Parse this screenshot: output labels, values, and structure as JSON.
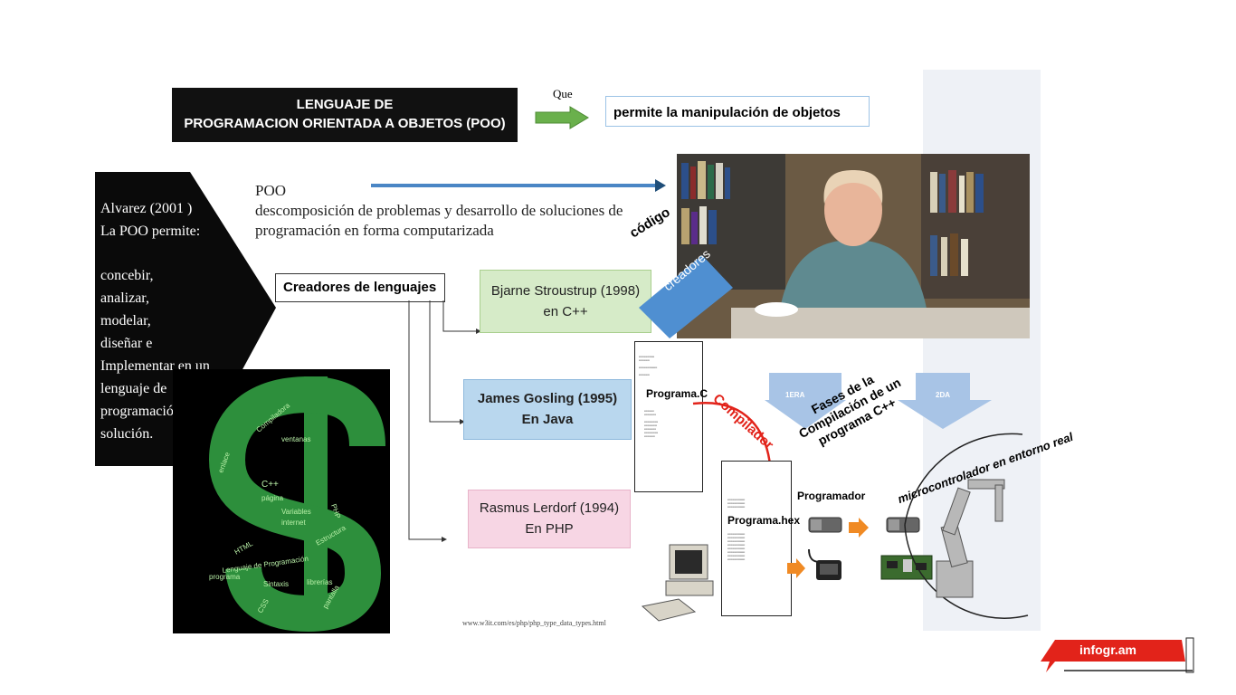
{
  "title": "LENGUAJE DE\nPROGRAMACION ORIENTADA A OBJETOS (POO)",
  "title_line1": "LENGUAJE DE",
  "title_line2": "PROGRAMACION ORIENTADA A OBJETOS (POO)",
  "que_label": "Que",
  "permite_text": "permite la manipulación de objetos",
  "poo_heading": "POO",
  "poo_line1": "descomposición de problemas y  desarrollo de soluciones de",
  "poo_line2": "programación en forma computarizada",
  "alvarez": {
    "line1": "Alvarez (2001 )",
    "line2": "La POO permite:",
    "items": [
      "concebir,",
      " analizar,",
      "modelar,",
      "diseñar e",
      "Implementar en un",
      "lenguaje de",
      "programación una",
      "solución."
    ]
  },
  "creadores_label": "Creadores de lenguajes",
  "creators": [
    {
      "name": "Bjarne Stroustrup (1998)",
      "lang": "en C++"
    },
    {
      "name": "James Gosling  (1995)",
      "lang": "En Java"
    },
    {
      "name": "Rasmus Lerdorf (1994)",
      "lang": "En PHP"
    }
  ],
  "codigo_tag": "código",
  "creadores_tag": "creadores",
  "compilador_tag": "Compilador",
  "programa_c": "Programa.C",
  "programa_hex": "Programa.hex",
  "first_label": "1ERA",
  "second_label": "2DA",
  "fases_lines": [
    "Fases de la",
    "Compilación de un",
    "programa C++"
  ],
  "programador_label": "Programador",
  "micro_label": "microcontrolador en entorno real",
  "url_text": "www.w3it.com/es/php/php_type_data_types.html",
  "infogram_label": "infogr.am",
  "dollar_words": [
    "Lenguaje de Programación",
    "Variables",
    "internet",
    "C++",
    "PHP",
    "HTML",
    "librerías",
    "Sintaxis",
    "Compiladora",
    "ventanas",
    "enlace",
    "CSS",
    "pantalla",
    "programa",
    "Estructura",
    "página"
  ],
  "colors": {
    "green_box": "#d6ebc8",
    "blue_box": "#b9d7ee",
    "pink_box": "#f7d6e4",
    "arrow_green": "#6ab04c",
    "arrow_blue": "#4a86c5",
    "dollar_green": "#2d8f3c",
    "infogram_red": "#e2231a"
  }
}
